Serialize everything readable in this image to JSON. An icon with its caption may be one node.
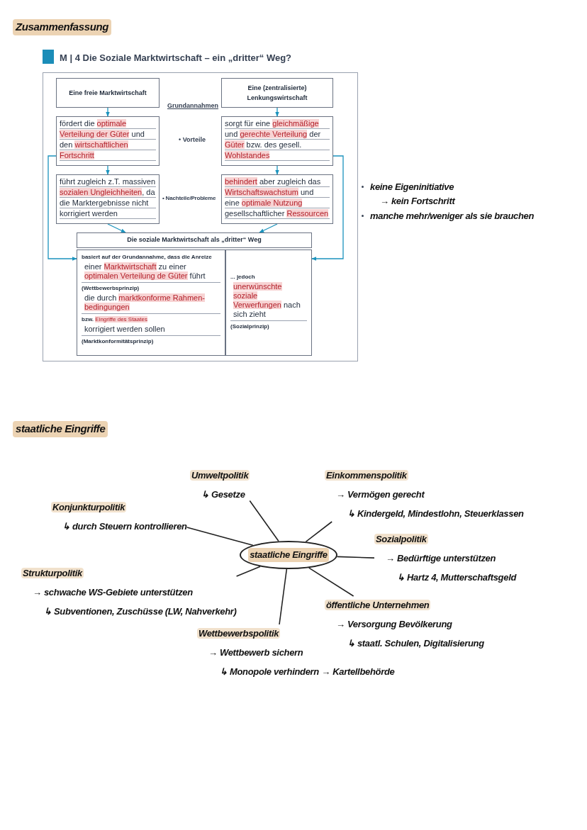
{
  "diagram": {
    "title": "Zusammenfassung",
    "nodes": [
      {
        "text": [
          "Eine freie Marktwirtschaft"
        ]
      },
      {
        "text": [
          "Eine (zentralisierte) Lenkungswirtschaft"
        ]
      },
      {
        "text": [
          "fördert die **optimale Verteilung der Güter** und den **wirtschaftlichen Fortschritt**"
        ]
      },
      {
        "text": [
          "sorgt für eine **gleichmäßige** und **gerechte Verteilung** der **Güter** bzw. des gesell. **Wohlstandes**"
        ]
      },
      {
        "text": [
          "führt zugleich z.T. massiven **sozialen Ungleichheiten**, da die Marktergebnisse nicht korrigiert werden"
        ]
      },
      {
        "text": [
          "**behindert** aber zugleich das **Wirtschaftswachstum** und eine **optimale Nutzung** gesellschaftlicher **Ressourcen**"
        ]
      },
      {
        "text": [
          "Die soziale Marktwirtschaft als „dritter“ Weg"
        ]
      },
      {
        "text": [
          "basiert auf der Grundannahme, dass die Anreize",
          "einer **Marktwirtschaft** zu einer **optimalen Verteilung de Güter** führt",
          "(Wettbewerbsprinzip)",
          "die durch **marktkonforme Rahmen- bedingungen**",
          "bzw. **Eingriffe des Staates**",
          "korrigiert werden sollen",
          "(Marktkonformitätsprinzip)"
        ]
      },
      {
        "text": [
          "... jedoch",
          "**unerwünschte soziale Verwerfungen** nach sich zieht",
          "(Sozialprinzip)"
        ]
      },
      {
        "text": [
          "Umweltpolitik",
          "↳ Gesetze"
        ]
      },
      {
        "text": [
          "Einkommenspolitik",
          "→ Vermögen gerecht",
          "↳ Kindergeld, Mindestlohn, Steuerklassen"
        ]
      },
      {
        "text": [
          "Konjunkturpolitik",
          "↳ durch Steuern kontrollieren"
        ]
      },
      {
        "text": [
          "Sozialpolitik",
          "→ Bedürftige unterstützen",
          "↳ Hartz 4, Mutterschaftsgeld"
        ]
      },
      {
        "text": [
          "staatliche Eingriffe"
        ]
      },
      {
        "text": [
          "Strukturpolitik",
          "→ schwache WS-Gebiete unterstützen",
          "↳ Subventionen, Zuschüsse (LW, Nahverkehr)"
        ]
      },
      {
        "text": [
          "öffentliche Unternehmen",
          "→ Versorgung Bevölkerung",
          "↳ staatl. Schulen, Digitalisierung"
        ]
      },
      {
        "text": [
          "Wettbewerbspolitik",
          "→ Wettbewerb sichern",
          "↳ Monopole verhindern → Kartellbehörde"
        ]
      }
    ],
    "edges": [
      {
        "from": 0,
        "to": 2,
        "arrow": "to"
      },
      {
        "from": 1,
        "to": 3,
        "arrow": "to"
      },
      {
        "from": 2,
        "to": 4,
        "arrow": "to"
      },
      {
        "from": 3,
        "to": 5,
        "arrow": "to"
      },
      {
        "from": 4,
        "to": 6,
        "arrow": "to"
      },
      {
        "from": 5,
        "to": 6,
        "arrow": "to"
      },
      {
        "from": 2,
        "to": 7,
        "arrow": "to"
      },
      {
        "from": 3,
        "to": 8,
        "arrow": "to"
      },
      {
        "from": 13,
        "to": 9,
        "arrow": "none",
        "color": "#222222"
      },
      {
        "from": 13,
        "to": 10,
        "arrow": "none",
        "color": "#222222"
      },
      {
        "from": 13,
        "to": 11,
        "arrow": "none",
        "color": "#222222"
      },
      {
        "from": 13,
        "to": 12,
        "arrow": "none",
        "color": "#222222"
      },
      {
        "from": 13,
        "to": 14,
        "arrow": "none",
        "color": "#222222"
      },
      {
        "from": 13,
        "to": 15,
        "arrow": "none",
        "color": "#222222"
      },
      {
        "from": 13,
        "to": 16,
        "arrow": "none",
        "color": "#222222"
      }
    ],
    "labels": [
      "M | 4 Die Soziale Marktwirtschaft – ein „dritter“ Weg?",
      "Grundannahmen",
      "• Vorteile",
      "• Nachteile/Probleme",
      "keine Eigeninitiative",
      "→ kein Fortschritt",
      "manche mehr/weniger als sie brauchen",
      "staatliche Eingriffe"
    ]
  }
}
